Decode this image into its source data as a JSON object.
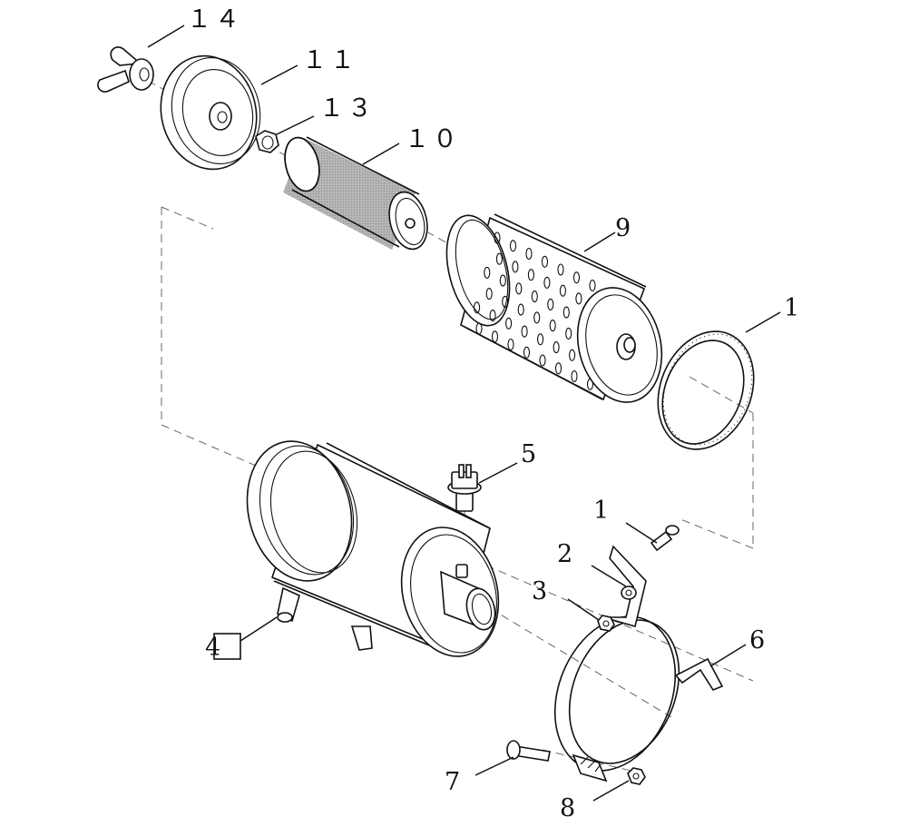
{
  "callouts": {
    "c14": "１４",
    "c11": "１１",
    "c13": "１３",
    "c10": "１０",
    "c9": "9",
    "c1_ring": "1",
    "c5": "5",
    "c1_bolt": "1",
    "c2": "2",
    "c3": "3",
    "c4": "4",
    "c6": "6",
    "c7": "7",
    "c8": "8"
  }
}
